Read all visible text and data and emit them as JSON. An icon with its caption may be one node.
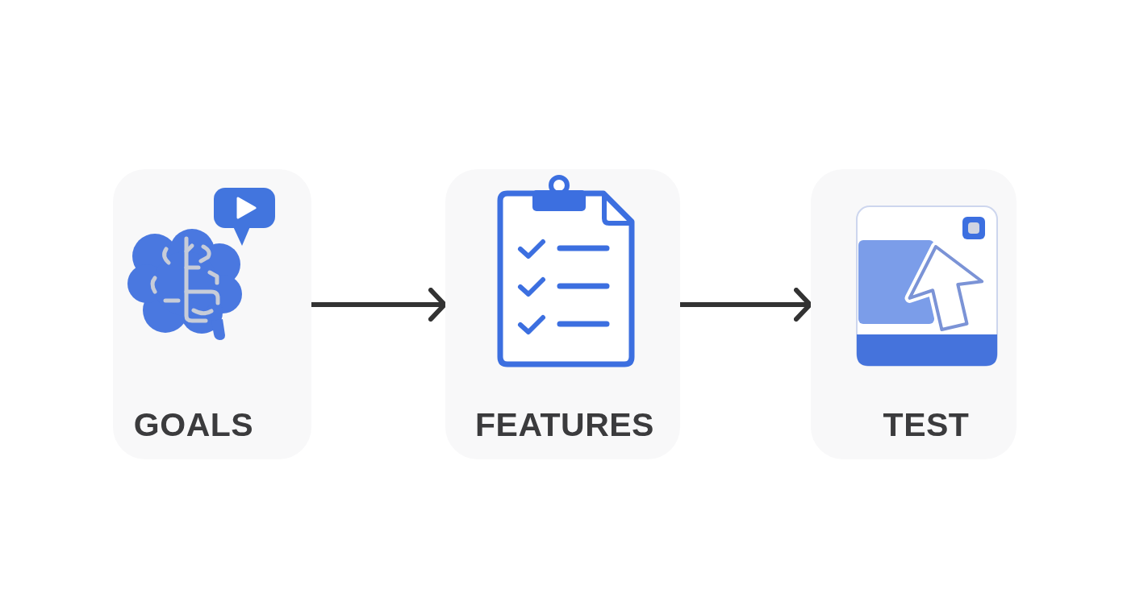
{
  "diagram": {
    "nodes": [
      {
        "text": [
          "GOALS"
        ]
      },
      {
        "text": [
          "FEATURES"
        ]
      },
      {
        "text": [
          "TEST"
        ]
      }
    ],
    "edges": [
      {
        "from": 0,
        "to": 1,
        "arrow": "to"
      },
      {
        "from": 1,
        "to": 2,
        "arrow": "to"
      }
    ]
  }
}
